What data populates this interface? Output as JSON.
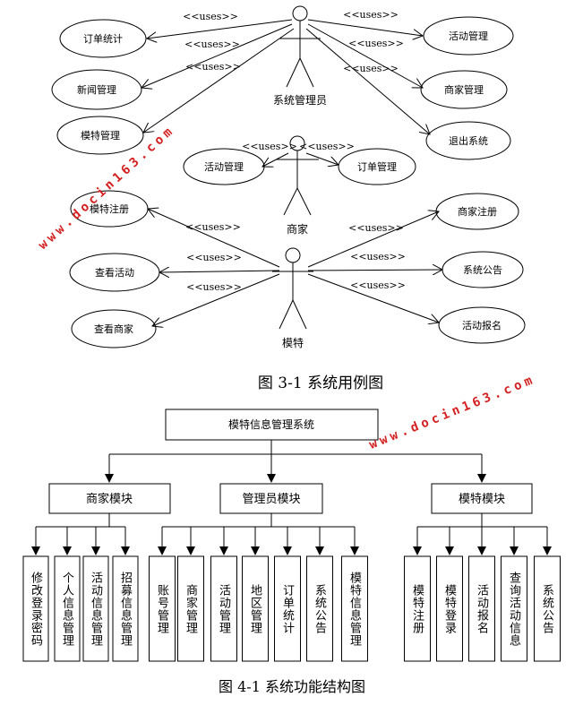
{
  "use_case": {
    "uses_label": "<<uses>>",
    "actors": {
      "admin": "系统管理员",
      "merchant": "商家",
      "model": "模特"
    },
    "admin_cases_left": [
      "订单统计",
      "新闻管理",
      "模特管理"
    ],
    "admin_cases_right": [
      "活动管理",
      "商家管理",
      "退出系统"
    ],
    "merchant_cases": [
      "活动管理",
      "订单管理"
    ],
    "model_cases_left": [
      "模特注册",
      "查看活动",
      "查看商家"
    ],
    "model_cases_right": [
      "商家注册",
      "系统公告",
      "活动报名"
    ],
    "caption": "图 3-1 系统用例图"
  },
  "structure": {
    "root": "模特信息管理系统",
    "modules": [
      {
        "name": "商家模块",
        "items": [
          "修改登录密码",
          "个人信息管理",
          "活动信息管理",
          "招募信息管理"
        ]
      },
      {
        "name": "管理员模块",
        "items": [
          "账号管理",
          "商家管理",
          "活动管理",
          "地区管理",
          "订单统计",
          "系统公告",
          "模特信息管理"
        ]
      },
      {
        "name": "模特模块",
        "items": [
          "模特注册",
          "模特登录",
          "活动报名",
          "查询活动信息",
          "系统公告"
        ]
      }
    ],
    "caption": "图 4-1 系统功能结构图"
  },
  "watermark": "www.docin163.com"
}
